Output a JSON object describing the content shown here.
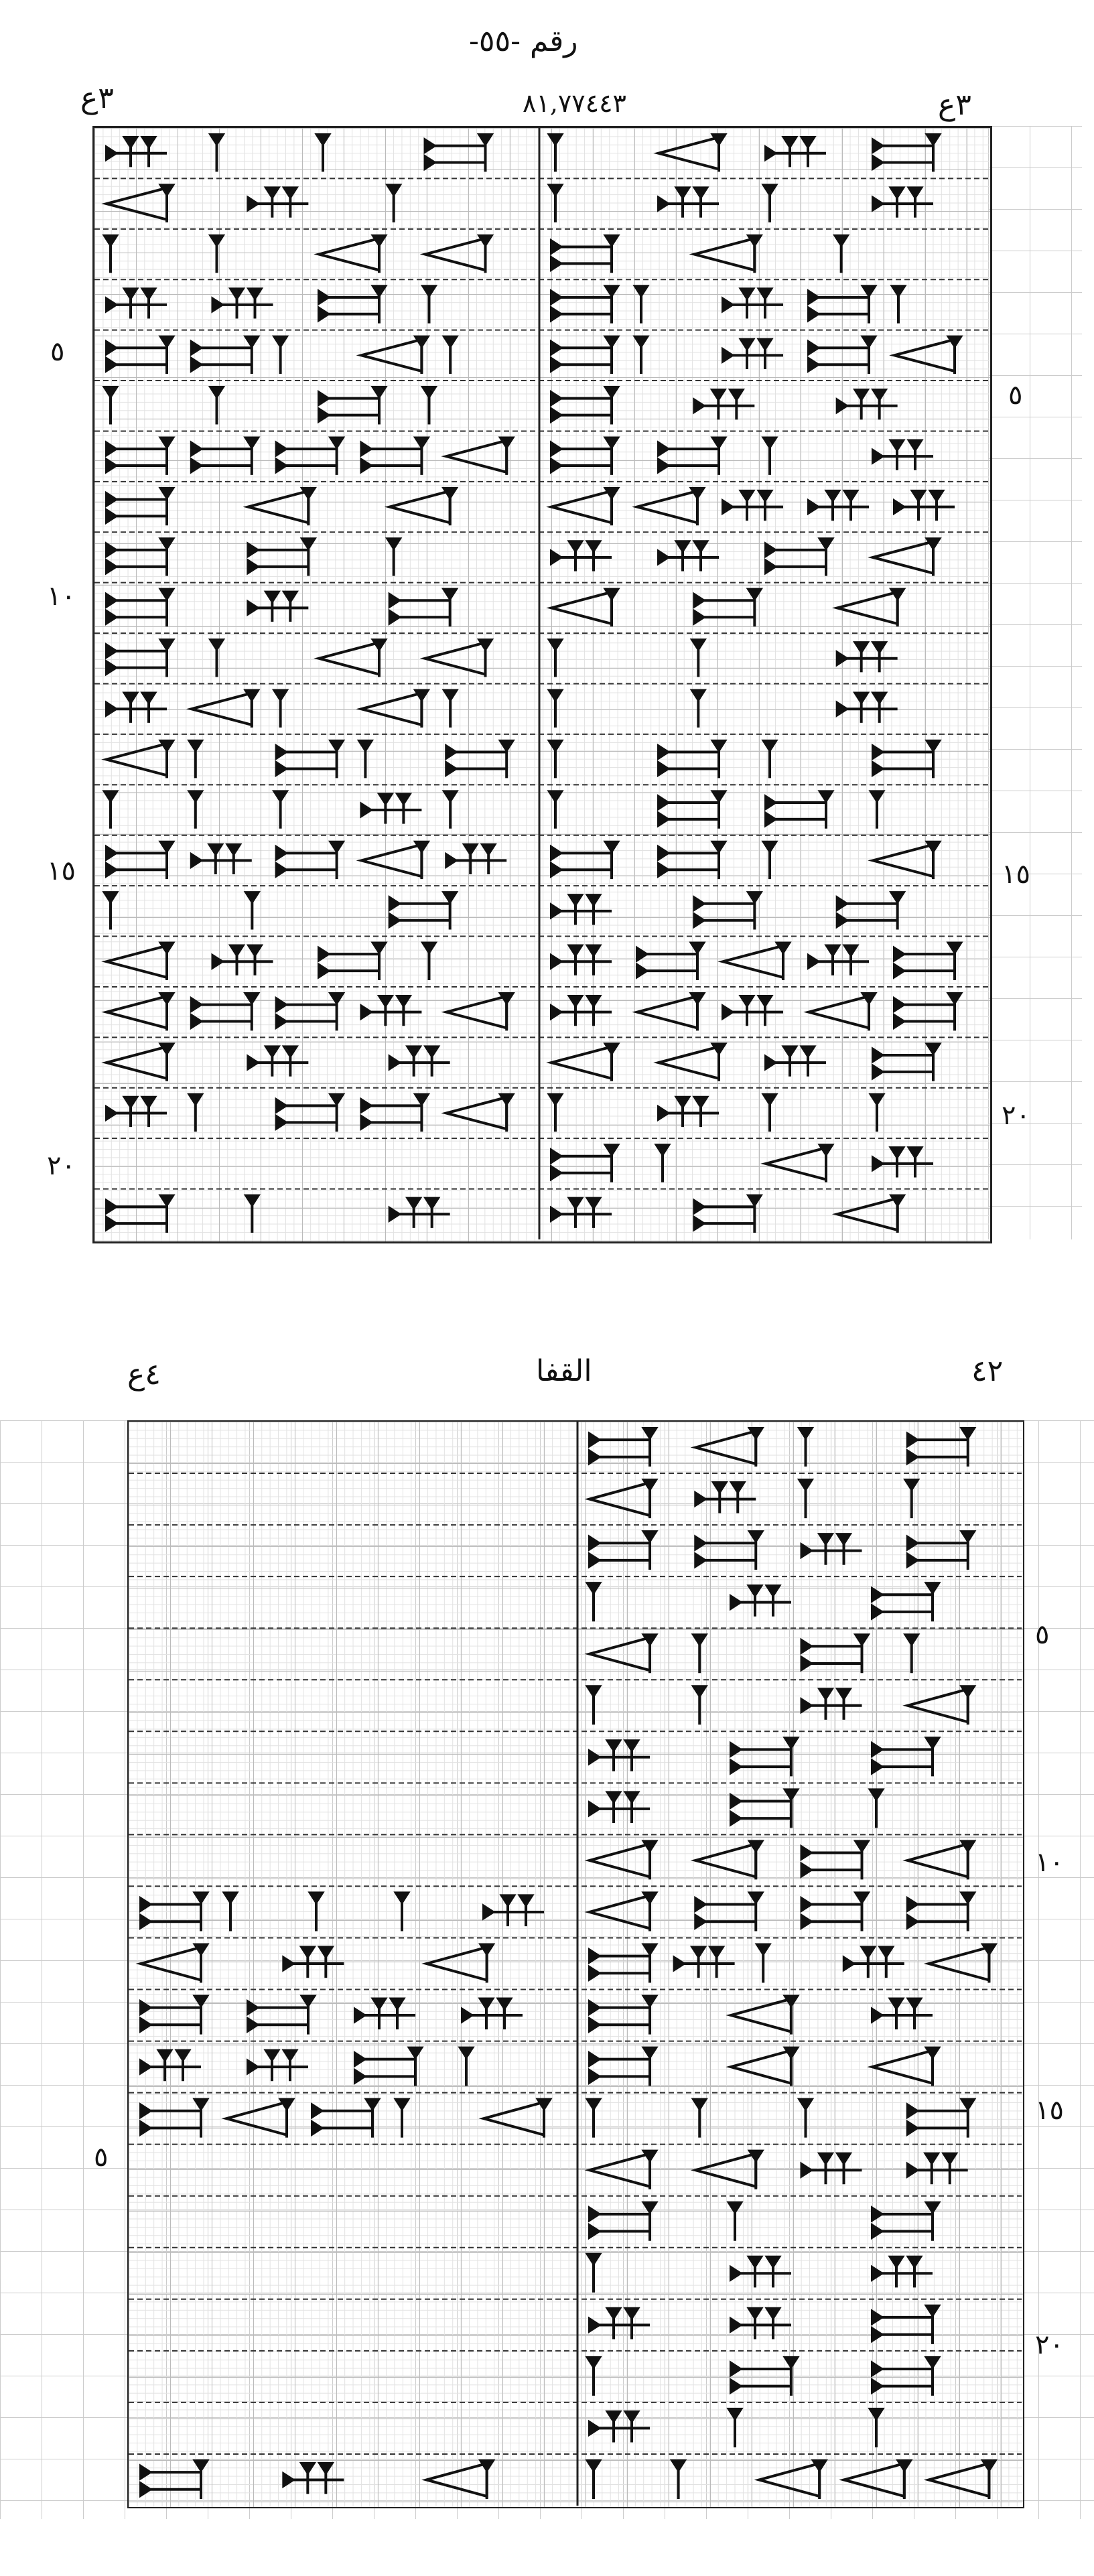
{
  "page_number": "رقم -٥٥-",
  "obverse": {
    "left_label": "٣ع",
    "right_label": "٣ع",
    "header_note": "٨١,٧٧٤٤٣",
    "rows": 22,
    "line_numbers_left": [
      "٥",
      "١٠",
      "١٥",
      "٢٠"
    ],
    "line_numbers_right": [
      "٥",
      "١٥",
      "٢٠"
    ]
  },
  "reverse": {
    "title": "القفا",
    "left_label": "٤ع",
    "right_label": "٤٢",
    "rows": 21,
    "line_numbers_right": [
      "٥",
      "١٠",
      "١٥",
      "٢٠"
    ],
    "line_numbers_left": [
      "٥"
    ]
  }
}
